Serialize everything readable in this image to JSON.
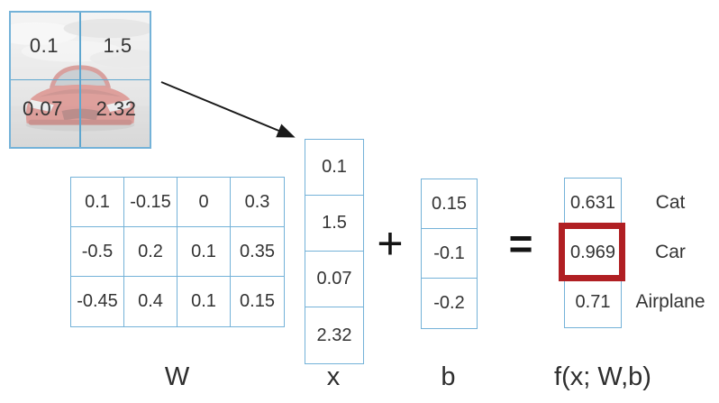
{
  "colors": {
    "cell_border": "#74b2d8",
    "highlight_box": "#b01f23",
    "text": "#333333",
    "arrow": "#1a1a1a"
  },
  "input_image": {
    "description": "red sports car photo divided into 2x2 grid",
    "cells": [
      "0.1",
      "1.5",
      "0.07",
      "2.32"
    ]
  },
  "w_matrix": {
    "label": "W",
    "rows": [
      [
        "0.1",
        "-0.15",
        "0",
        "0.3"
      ],
      [
        "-0.5",
        "0.2",
        "0.1",
        "0.35"
      ],
      [
        "-0.45",
        "0.4",
        "0.1",
        "0.15"
      ]
    ]
  },
  "x_vector": {
    "label": "x",
    "values": [
      "0.1",
      "1.5",
      "0.07",
      "2.32"
    ]
  },
  "operators": {
    "plus": "+",
    "equals": "="
  },
  "b_vector": {
    "label": "b",
    "values": [
      "0.15",
      "-0.1",
      "-0.2"
    ]
  },
  "output_vector": {
    "label": "f(x; W,b)",
    "rows": [
      {
        "value": "0.631",
        "class": "Cat",
        "highlighted": false
      },
      {
        "value": "0.969",
        "class": "Car",
        "highlighted": true
      },
      {
        "value": "0.71",
        "class": "Airplane",
        "highlighted": false
      }
    ]
  }
}
